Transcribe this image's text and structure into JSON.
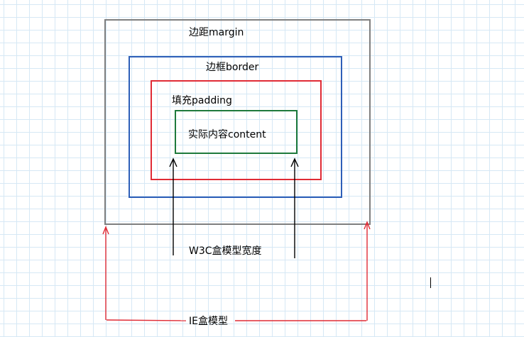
{
  "diagram": {
    "margin_label": "边距margin",
    "border_label": "边框border",
    "padding_label": "填充padding",
    "content_label": "实际内容content",
    "w3c_label": "W3C盒模型宽度",
    "ie_label": "IE盒模型"
  },
  "colors": {
    "margin": "#7f7f7f",
    "border": "#2e5fb8",
    "padding": "#e02b35",
    "content": "#1e7a3c",
    "w3c_arrow": "#000000",
    "ie_arrow": "#e02b35",
    "grid": "#d6e8f5"
  }
}
